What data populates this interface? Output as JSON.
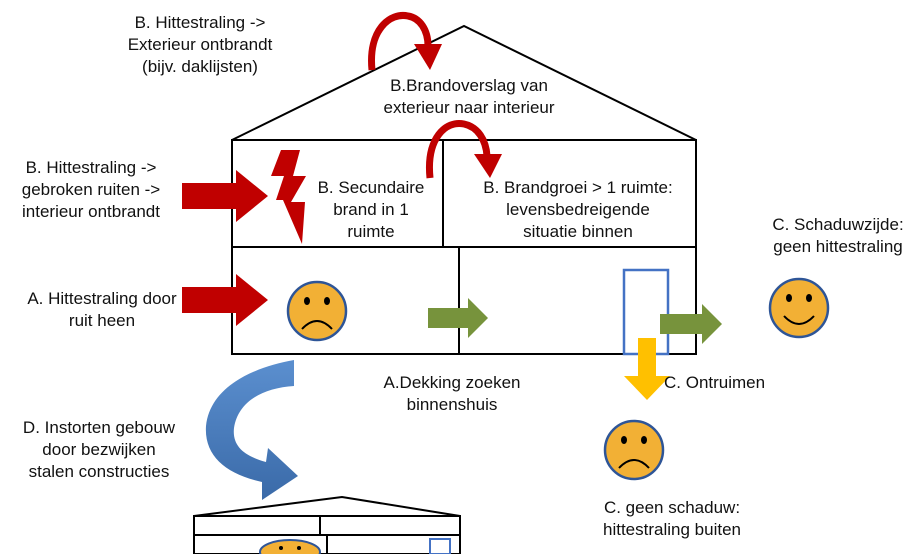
{
  "labels": {
    "b_exterior": "B. Hittestraling ->\nExterieur ontbrandt\n(bijv. daklijsten)",
    "b_brandoverslag": "B.Brandoverslag van\nexterieur naar interieur",
    "b_ruiten": "B. Hittestraling ->\ngebroken ruiten ->\ninterieur ontbrandt",
    "b_secundaire": "B. Secundaire\nbrand in 1\nruimte",
    "b_brandgroei": "B. Brandgroei > 1 ruimte:\nlevensbedreigende\nsituatie binnen",
    "c_schaduwzijde": "C. Schaduwzijde:\ngeen hittestraling",
    "a_hittestraling": "A. Hittestraling door\nruit heen",
    "a_dekking": "A.Dekking zoeken\nbinnenshuis",
    "c_ontruimen": "C. Ontruimen",
    "d_instorten": "D. Instorten gebouw\ndoor bezwijken\nstalen constructies",
    "c_geen_schaduw": "C. geen schaduw:\nhittestraling buiten"
  },
  "colors": {
    "outline": "#000000",
    "red_arrow": "#c00000",
    "green_arrow": "#77933c",
    "yellow_arrow": "#ffc000",
    "blue_arrow": "#4f81bd",
    "door": "#4472c4",
    "face_fill": "#f2b035",
    "face_stroke": "#2e5597"
  }
}
